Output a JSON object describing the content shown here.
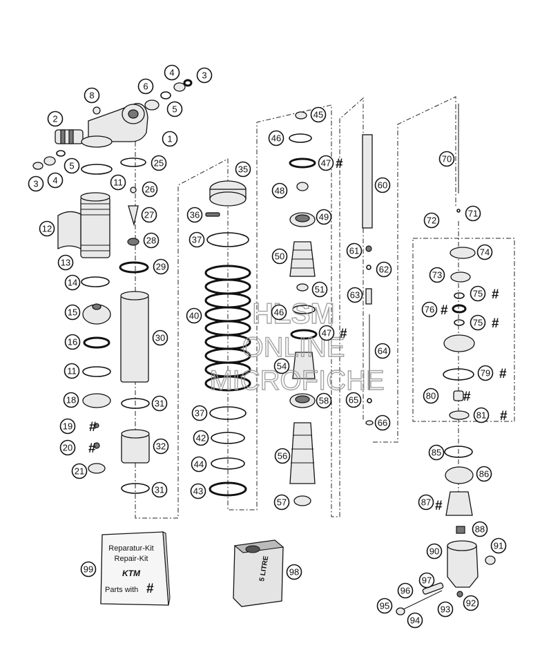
{
  "callouts": [
    {
      "id": "p1",
      "label": "1"
    },
    {
      "id": "p2",
      "label": "2"
    },
    {
      "id": "p3a",
      "label": "3"
    },
    {
      "id": "p3b",
      "label": "3"
    },
    {
      "id": "p4a",
      "label": "4"
    },
    {
      "id": "p4b",
      "label": "4"
    },
    {
      "id": "p5a",
      "label": "5"
    },
    {
      "id": "p5b",
      "label": "5"
    },
    {
      "id": "p6",
      "label": "6"
    },
    {
      "id": "p8",
      "label": "8"
    },
    {
      "id": "p11a",
      "label": "11"
    },
    {
      "id": "p11b",
      "label": "11"
    },
    {
      "id": "p12",
      "label": "12"
    },
    {
      "id": "p13",
      "label": "13"
    },
    {
      "id": "p14",
      "label": "14"
    },
    {
      "id": "p15",
      "label": "15"
    },
    {
      "id": "p16",
      "label": "16"
    },
    {
      "id": "p18",
      "label": "18"
    },
    {
      "id": "p19",
      "label": "19"
    },
    {
      "id": "p20",
      "label": "20"
    },
    {
      "id": "p21",
      "label": "21"
    },
    {
      "id": "p25",
      "label": "25"
    },
    {
      "id": "p26",
      "label": "26"
    },
    {
      "id": "p27",
      "label": "27"
    },
    {
      "id": "p28",
      "label": "28"
    },
    {
      "id": "p29",
      "label": "29"
    },
    {
      "id": "p30",
      "label": "30"
    },
    {
      "id": "p31a",
      "label": "31"
    },
    {
      "id": "p31b",
      "label": "31"
    },
    {
      "id": "p32",
      "label": "32"
    },
    {
      "id": "p35",
      "label": "35"
    },
    {
      "id": "p36",
      "label": "36"
    },
    {
      "id": "p37a",
      "label": "37"
    },
    {
      "id": "p37b",
      "label": "37"
    },
    {
      "id": "p40",
      "label": "40"
    },
    {
      "id": "p42",
      "label": "42"
    },
    {
      "id": "p43",
      "label": "43"
    },
    {
      "id": "p44",
      "label": "44"
    },
    {
      "id": "p45",
      "label": "45"
    },
    {
      "id": "p46a",
      "label": "46"
    },
    {
      "id": "p46b",
      "label": "46"
    },
    {
      "id": "p47a",
      "label": "47"
    },
    {
      "id": "p47b",
      "label": "47"
    },
    {
      "id": "p48",
      "label": "48"
    },
    {
      "id": "p49",
      "label": "49"
    },
    {
      "id": "p50",
      "label": "50"
    },
    {
      "id": "p51",
      "label": "51"
    },
    {
      "id": "p54",
      "label": "54"
    },
    {
      "id": "p56",
      "label": "56"
    },
    {
      "id": "p57",
      "label": "57"
    },
    {
      "id": "p58",
      "label": "58"
    },
    {
      "id": "p60",
      "label": "60"
    },
    {
      "id": "p61",
      "label": "61"
    },
    {
      "id": "p62",
      "label": "62"
    },
    {
      "id": "p63",
      "label": "63"
    },
    {
      "id": "p64",
      "label": "64"
    },
    {
      "id": "p65",
      "label": "65"
    },
    {
      "id": "p66",
      "label": "66"
    },
    {
      "id": "p70",
      "label": "70"
    },
    {
      "id": "p71",
      "label": "71"
    },
    {
      "id": "p72",
      "label": "72"
    },
    {
      "id": "p73",
      "label": "73"
    },
    {
      "id": "p74",
      "label": "74"
    },
    {
      "id": "p75a",
      "label": "75"
    },
    {
      "id": "p75b",
      "label": "75"
    },
    {
      "id": "p76",
      "label": "76"
    },
    {
      "id": "p79",
      "label": "79"
    },
    {
      "id": "p80",
      "label": "80"
    },
    {
      "id": "p81",
      "label": "81"
    },
    {
      "id": "p85",
      "label": "85"
    },
    {
      "id": "p86",
      "label": "86"
    },
    {
      "id": "p87",
      "label": "87"
    },
    {
      "id": "p88",
      "label": "88"
    },
    {
      "id": "p90",
      "label": "90"
    },
    {
      "id": "p91",
      "label": "91"
    },
    {
      "id": "p92",
      "label": "92"
    },
    {
      "id": "p93",
      "label": "93"
    },
    {
      "id": "p94",
      "label": "94"
    },
    {
      "id": "p95",
      "label": "95"
    },
    {
      "id": "p96",
      "label": "96"
    },
    {
      "id": "p97",
      "label": "97"
    },
    {
      "id": "p98",
      "label": "98"
    },
    {
      "id": "p99",
      "label": "99"
    }
  ],
  "hash_mark": "#",
  "kit_box": {
    "line1": "Reparatur-Kit",
    "line2": "Repair-Kit",
    "brand": "KTM",
    "parts_line": "Parts with",
    "hash": "#"
  },
  "oil_can": {
    "label": "5 LITRE"
  },
  "watermark": {
    "line1": "HLSM",
    "line2": "ONLINE",
    "line3": "MICROFICHE"
  }
}
